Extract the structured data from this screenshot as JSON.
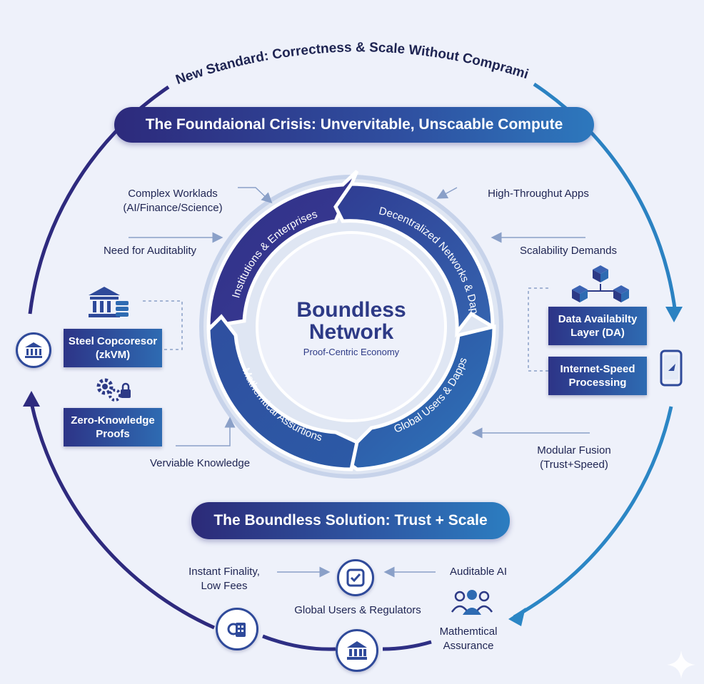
{
  "arc_title": "New Standard: Correctness & Scale Without Compramise",
  "top_banner": "The Foundaional Crisis: Unvervitable, Unscaable Compute",
  "bottom_banner": "The Boundless Solution: Trust + Scale",
  "center": {
    "title_line1": "Boundless",
    "title_line2": "Network",
    "subtitle": "Proof-Centric Economy"
  },
  "cycle": {
    "seg_top_left": "Institutions & Enterprises",
    "seg_top_right": "Decentralized Networks & Dapps",
    "seg_bottom_right": "Global Users & Dapps",
    "seg_bottom_left": "Mathemtical Assurtions"
  },
  "left": {
    "complex_line1": "Complex Worklads",
    "complex_line2": "(AI/Finance/Science)",
    "auditability": "Need for Auditablity",
    "steel_line1": "Steel Copcoresor",
    "steel_line2": "(zkVM)",
    "zk_line1": "Zero-Knowledge",
    "zk_line2": "Proofs",
    "verifiable": "Verviable Knowledge"
  },
  "right": {
    "high_throughput": "High-Throughut Apps",
    "scalability": "Scalability Demands",
    "da_line1": "Data Availabilty",
    "da_line2": "Layer (DA)",
    "internet_line1": "Internet-Speed",
    "internet_line2": "Processing",
    "modular_line1": "Modular Fusion",
    "modular_line2": "(Trust+Speed)"
  },
  "bottom": {
    "instant_line1": "Instant Finality,",
    "instant_line2": "Low Fees",
    "global_users": "Global Users & Regulators",
    "auditable_ai": "Auditable AI",
    "math_line1": "Mathemtical",
    "math_line2": "Assurance"
  },
  "colors": {
    "navy": "#2d2a7c",
    "blue": "#2f5aa6",
    "cyan": "#2b84c2",
    "background": "#eef1fa"
  },
  "icons": [
    "bank-icon",
    "gears-lock-icon",
    "cubes-icon",
    "phone-icon",
    "checkbox-icon",
    "users-icon",
    "building-icon",
    "sparkle-icon"
  ]
}
